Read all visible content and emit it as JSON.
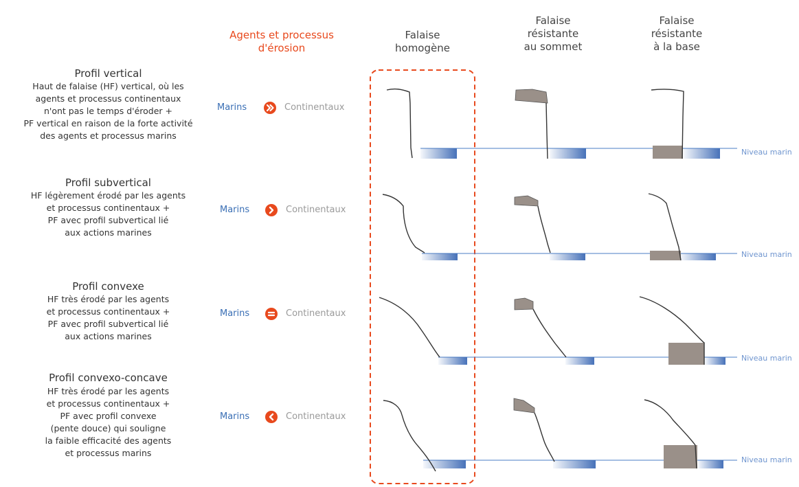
{
  "colors": {
    "accent": "#e8491d",
    "marins": "#3a6fb5",
    "continentaux": "#9a9a9a",
    "sea_line": "#4a7cc4",
    "water_fill": "#3d6ab5",
    "resistant_rock": "#9a9089"
  },
  "headers": {
    "agents": "Agents et processus\nd'érosion",
    "homogene": "Falaise\nhomogène",
    "sommet": "Falaise\nrésistante\nau sommet",
    "base": "Falaise\nrésistante\nà la base"
  },
  "rows": [
    {
      "title": "Profil vertical",
      "desc": "Haut de falaise (HF) vertical, où les\nagents et processus continentaux\nn'ont pas le temps d'éroder +\nPF vertical en raison de la forte activité\ndes agents et processus marins",
      "marins": "Marins",
      "continentaux": "Continentaux",
      "relation_icon": "double-chevron-right-icon",
      "sea_level_label": "Niveau marin"
    },
    {
      "title": "Profil subvertical",
      "desc": "HF légèrement érodé par les agents\net processus continentaux +\nPF avec profil subvertical lié\naux actions marines",
      "marins": "Marins",
      "continentaux": "Continentaux",
      "relation_icon": "chevron-right-icon",
      "sea_level_label": "Niveau marin"
    },
    {
      "title": "Profil convexe",
      "desc": "HF très érodé par les agents\net processus continentaux +\nPF avec profil subvertical lié\naux actions marines",
      "marins": "Marins",
      "continentaux": "Continentaux",
      "relation_icon": "equals-icon",
      "sea_level_label": "Niveau marin"
    },
    {
      "title": "Profil convexo-concave",
      "desc": "HF très érodé par les agents\net processus continentaux  +\nPF avec profil convexe\n(pente douce) qui souligne\nla faible efficacité des agents\net processus marins",
      "marins": "Marins",
      "continentaux": "Continentaux",
      "relation_icon": "chevron-left-icon",
      "sea_level_label": "Niveau marin"
    }
  ]
}
